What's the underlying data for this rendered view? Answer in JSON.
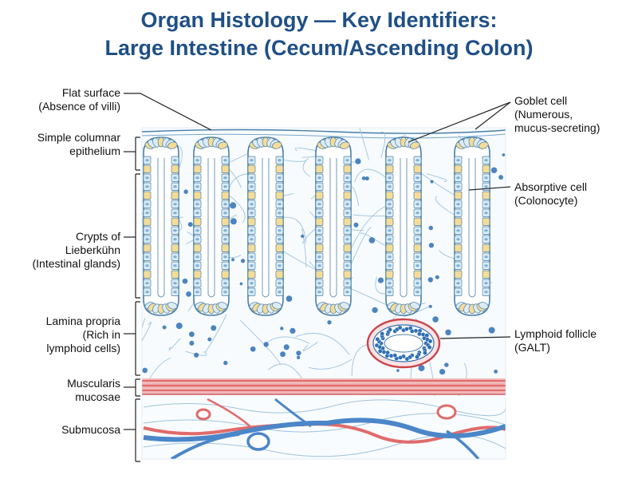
{
  "title": {
    "line1": "Organ Histology — Key Identifiers:",
    "line2": "Large Intestine (Cecum/Ascending Colon)"
  },
  "labels_left": {
    "flat_surface": {
      "line1": "Flat surface",
      "line2": "(Absence of villi)"
    },
    "epithelium": {
      "line1": "Simple columnar",
      "line2": "epithelium"
    },
    "crypts": {
      "line1": "Crypts of",
      "line2": "Lieberkühn",
      "line3": "(Intestinal glands)"
    },
    "lamina": {
      "line1": "Lamina propria",
      "line2": "(Rich in",
      "line3": "lymphoid cells)"
    },
    "muscularis": {
      "line1": "Muscularis",
      "line2": "mucosae"
    },
    "submucosa": {
      "line1": "Submucosa"
    }
  },
  "labels_right": {
    "goblet": {
      "line1": "Goblet cell",
      "line2": "(Numerous,",
      "line3": "mucus-secreting)"
    },
    "absorptive": {
      "line1": "Absorptive cell",
      "line2": "(Colonocyte)"
    },
    "lymphoid": {
      "line1": "Lymphoid follicle",
      "line2": "(GALT)"
    }
  },
  "colors": {
    "title": "#1f4f86",
    "outline": "#4a7fa8",
    "cell_fill": "#dcecf6",
    "goblet_fill": "#f5dc96",
    "muscle": "#e06b6b",
    "muscle_light": "#f2b8b8",
    "vein": "#4b86c8",
    "artery": "#e06b6b",
    "fiber": "#9fc3dc",
    "lymph": "#2e6fb5"
  }
}
